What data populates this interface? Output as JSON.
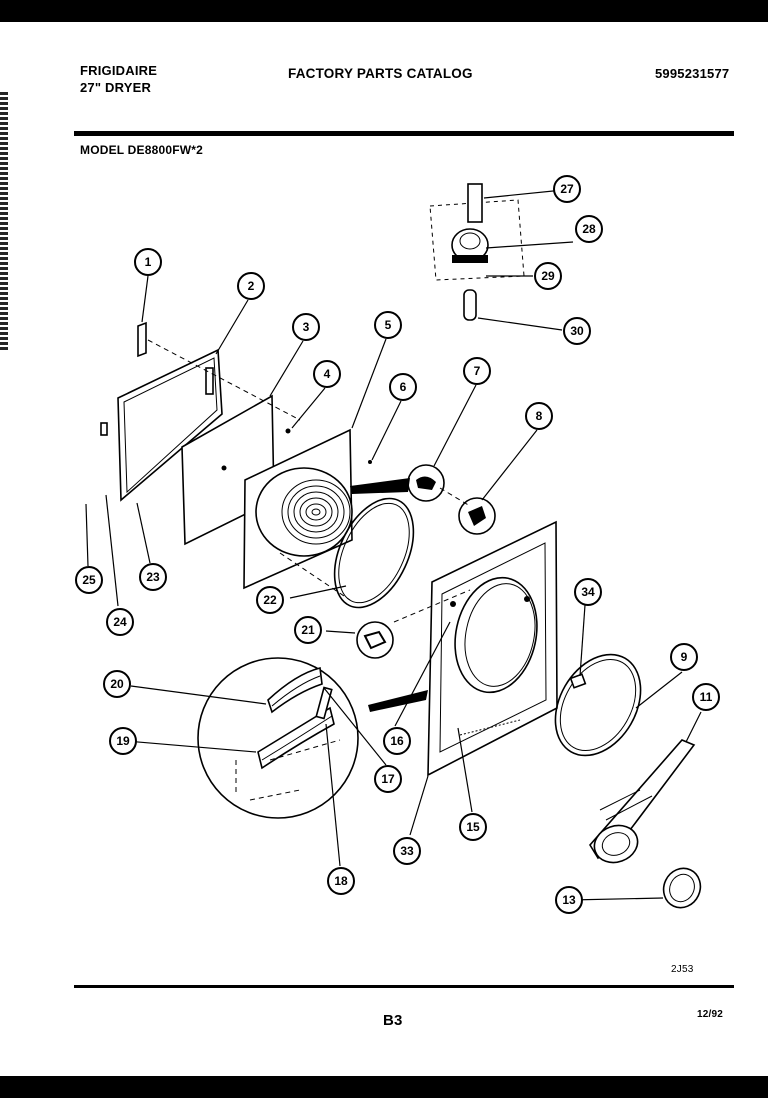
{
  "header": {
    "brand": "FRIGIDAIRE",
    "product": "27\" DRYER",
    "title": "FACTORY PARTS CATALOG",
    "catalog_number": "5995231577",
    "model": "MODEL DE8800FW*2"
  },
  "diagram": {
    "callouts": [
      "1",
      "2",
      "3",
      "4",
      "5",
      "6",
      "7",
      "8",
      "9",
      "11",
      "13",
      "15",
      "16",
      "17",
      "18",
      "19",
      "20",
      "21",
      "22",
      "23",
      "24",
      "25",
      "27",
      "28",
      "29",
      "30",
      "33",
      "34"
    ],
    "drawing_code": "2J53"
  },
  "footer": {
    "page": "B3",
    "date": "12/92"
  }
}
